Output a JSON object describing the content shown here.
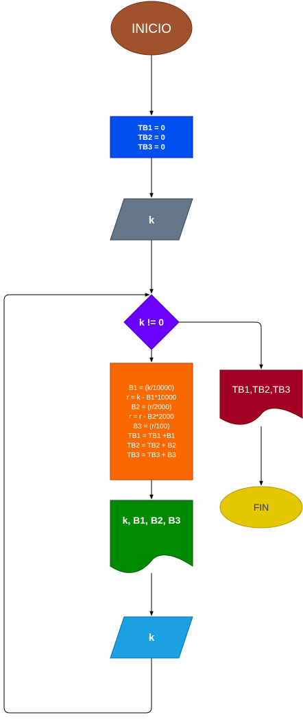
{
  "nodes": {
    "start": {
      "label": "INICIO",
      "color": "#a0522d"
    },
    "init": {
      "lines": [
        "TB1 = 0",
        "TB2 = 0",
        "TB3 = 0"
      ],
      "color": "#0050ef"
    },
    "input1": {
      "label": "k",
      "color": "#647687"
    },
    "decision": {
      "label": "k != 0",
      "color": "#6a00ff"
    },
    "process": {
      "lines": [
        "B1 = (k/10000)",
        "r = k - B1*10000",
        "B2 = (r/2000)",
        "r = r - B2*2000",
        "B3 = (r/100)",
        "TB1 = TB1 +B1",
        "TB2 = TB2 + B2",
        "TB3 = TB3 + B3"
      ],
      "color": "#fa6800"
    },
    "output_loop": {
      "label": "k, B1, B2, B3",
      "color": "#008a00"
    },
    "input2": {
      "label": "k",
      "color": "#1ba1e2"
    },
    "output_final": {
      "label": "TB1,TB2,TB3",
      "color": "#a20025"
    },
    "end": {
      "label": "FIN",
      "color": "#e3c800"
    }
  },
  "colors": {
    "stroke": "#000000"
  }
}
